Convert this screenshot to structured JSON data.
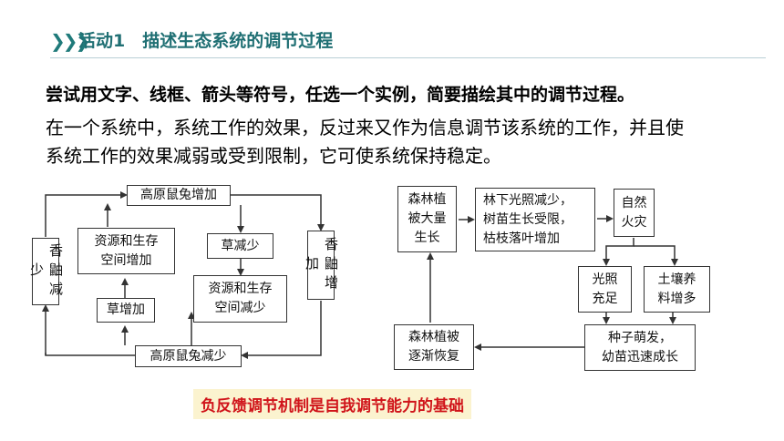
{
  "header": {
    "chevrons": "❯❯❯",
    "title": "活动1　描述生态系统的调节过程"
  },
  "instruction": "尝试用文字、线框、箭头等符号，任选一个实例，简要描绘其中的调节过程。",
  "paragraph": {
    "line1": "在一个系统中，系统工作的效果，反过来又作为信息调节该系统的工作，并且使",
    "line2": "系统工作的效果减弱或受到限制，它可使系统保持稳定。"
  },
  "left_diagram": {
    "top": "高原鼠兔增加",
    "bottom": "高原鼠兔减少",
    "left_side": "香鼬减少",
    "right_side": "香鼬增加",
    "resource_up": [
      "资源和生存",
      "空间增加"
    ],
    "grass_up": "草增加",
    "grass_down": "草减少",
    "resource_down": [
      "资源和生存",
      "空间减少"
    ]
  },
  "right_diagram": {
    "forest_more": [
      "森林植",
      "被大量",
      "生长"
    ],
    "light_less": [
      "林下光照减少，",
      "树苗生长受限，",
      "枯枝落叶增加"
    ],
    "fire": [
      "自然",
      "火灾"
    ],
    "light_enough": [
      "光照",
      "充足"
    ],
    "soil": [
      "土壤养",
      "料增多"
    ],
    "seeds": [
      "种子萌发，",
      "幼苗迅速成长"
    ],
    "recover": [
      "森林植被",
      "逐渐恢复"
    ]
  },
  "conclusion": "负反馈调节机制是自我调节能力的基础"
}
